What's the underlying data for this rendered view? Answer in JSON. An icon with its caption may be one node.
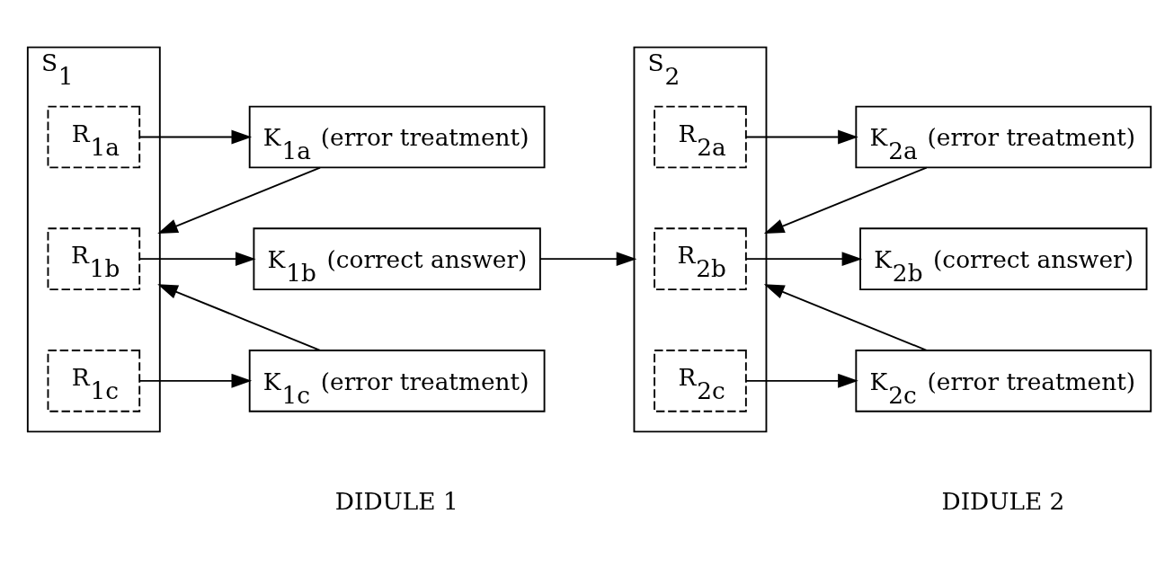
{
  "diagram": {
    "nodes": [
      {
        "text": [
          "S$_{1}$"
        ]
      },
      {
        "text": [
          "R$_{1a}$"
        ],
        "in": 0
      },
      {
        "text": [
          "R$_{1b}$"
        ],
        "in": 0
      },
      {
        "text": [
          "R$_{1c}$"
        ],
        "in": 0
      },
      {
        "text": [
          "K$_{1a}$ (error treatment)"
        ]
      },
      {
        "text": [
          "K$_{1b}$ (correct answer)"
        ]
      },
      {
        "text": [
          "K$_{1c}$ (error treatment)"
        ]
      },
      {
        "text": [
          "S$_{2}$"
        ]
      },
      {
        "text": [
          "R$_{2a}$"
        ],
        "in": 7
      },
      {
        "text": [
          "R$_{2b}$"
        ],
        "in": 7
      },
      {
        "text": [
          "R$_{2c}$"
        ],
        "in": 7
      },
      {
        "text": [
          "K$_{2a}$ (error treatment)"
        ]
      },
      {
        "text": [
          "K$_{2b}$ (correct answer)"
        ]
      },
      {
        "text": [
          "K$_{2c}$ (error treatment)"
        ]
      }
    ],
    "edges": [
      {
        "from": 1,
        "to": 4,
        "arrow": "to"
      },
      {
        "from": 2,
        "to": 5,
        "arrow": "to"
      },
      {
        "from": 3,
        "to": 6,
        "arrow": "to"
      },
      {
        "from": 4,
        "to": 0,
        "arrow": "to"
      },
      {
        "from": 6,
        "to": 0,
        "arrow": "to"
      },
      {
        "from": 5,
        "to": 7,
        "arrow": "to"
      },
      {
        "from": 8,
        "to": 11,
        "arrow": "to"
      },
      {
        "from": 9,
        "to": 12,
        "arrow": "to"
      },
      {
        "from": 10,
        "to": 13,
        "arrow": "to"
      },
      {
        "from": 11,
        "to": 7,
        "arrow": "to"
      },
      {
        "from": 13,
        "to": 7,
        "arrow": "to"
      }
    ],
    "labels": [
      "DIDULE 1",
      "DIDULE 2"
    ]
  }
}
